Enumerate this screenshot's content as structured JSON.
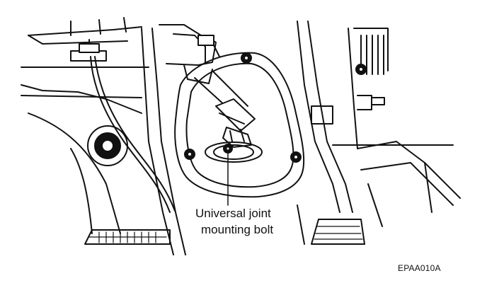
{
  "diagram": {
    "callout": {
      "line1": "Universal joint",
      "line2": "mounting bolt"
    },
    "figure_code": "EPAA010A",
    "colors": {
      "ink": "#111111",
      "paper": "#ffffff"
    }
  }
}
